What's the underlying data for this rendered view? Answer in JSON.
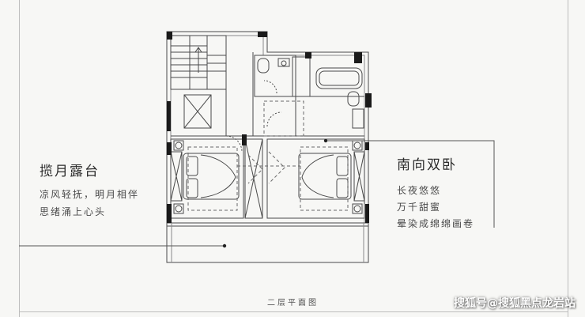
{
  "left_callout": {
    "title": "揽月露台",
    "lines": [
      "凉风轻抚，明月相伴",
      "思绪涌上心头"
    ]
  },
  "right_callout": {
    "title": "南向双卧",
    "lines": [
      "长夜悠悠",
      "万千甜蜜",
      "晕染成绵绵画卷"
    ]
  },
  "caption": "二层平面图",
  "watermark": "搜狐号@搜狐黑点龙岩站",
  "colors": {
    "background": "#f7f7f5",
    "wall": "#1a1a1a",
    "line": "#4a4a4a",
    "dashed": "#6a6a6a"
  }
}
